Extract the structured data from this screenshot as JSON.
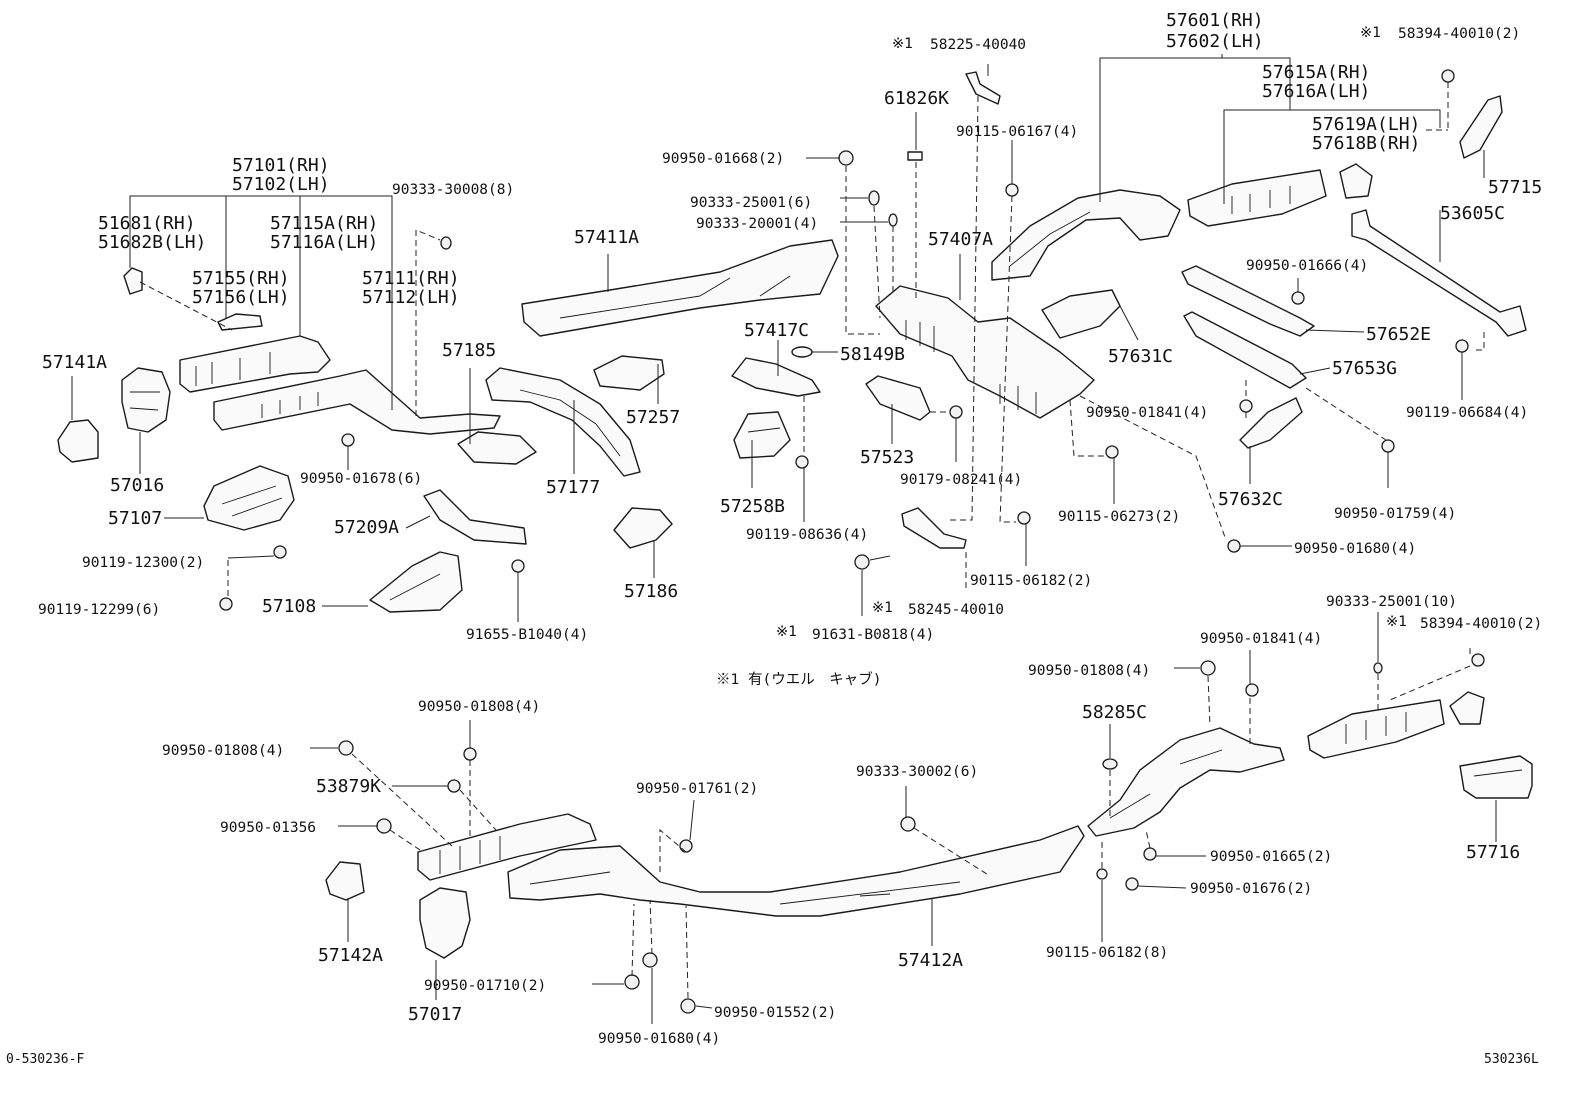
{
  "labels": {
    "p57601": "57601(RH)",
    "p57602": "57602(LH)",
    "m58394_top": "※1",
    "p58394_top": "58394-40010(2)",
    "m58225": "※1",
    "p58225": "58225-40040",
    "p61826K": "61826K",
    "p57615A": "57615A(RH)",
    "p57616A": "57616A(LH)",
    "p90115_06167": "90115-06167(4)",
    "p57619A": "57619A(LH)",
    "p57618B": "57618B(RH)",
    "p90950_01668": "90950-01668(2)",
    "p57715": "57715",
    "p57101": "57101(RH)",
    "p57102": "57102(LH)",
    "p90333_30008": "90333-30008(8)",
    "p90333_25001_6": "90333-25001(6)",
    "p90333_20001": "90333-20001(4)",
    "p53605C": "53605C",
    "p51681": "51681(RH)",
    "p51682B": "51682B(LH)",
    "p57115A": "57115A(RH)",
    "p57116A": "57116A(LH)",
    "p57411A": "57411A",
    "p57407A": "57407A",
    "p90950_01666": "90950-01666(4)",
    "p57155": "57155(RH)",
    "p57156": "57156(LH)",
    "p57111": "57111(RH)",
    "p57112": "57112(LH)",
    "p57417C": "57417C",
    "p57141A": "57141A",
    "p57185": "57185",
    "p58149B": "58149B",
    "p57631C": "57631C",
    "p57652E": "57652E",
    "p57653G": "57653G",
    "p90119_06684": "90119-06684(4)",
    "p57257": "57257",
    "p90950_01841_top": "90950-01841(4)",
    "p57523": "57523",
    "p57016": "57016",
    "p90950_01678": "90950-01678(6)",
    "p57177": "57177",
    "p90179_08241": "90179-08241(4)",
    "p57632C": "57632C",
    "p57107": "57107",
    "p57258B": "57258B",
    "p90115_06273": "90115-06273(2)",
    "p90950_01759": "90950-01759(4)",
    "p57209A": "57209A",
    "p90119_08636": "90119-08636(4)",
    "p90950_01680_top": "90950-01680(4)",
    "p90119_12300": "90119-12300(2)",
    "p90115_06182_2": "90115-06182(2)",
    "p57186": "57186",
    "p90119_12299": "90119-12299(6)",
    "p57108": "57108",
    "m58245": "※1",
    "p58245": "58245-40010",
    "p90333_25001_10": "90333-25001(10)",
    "p91655": "91655-B1040(4)",
    "m91631": "※1",
    "p91631": "91631-B0818(4)",
    "m58394_bot": "※1",
    "p58394_bot": "58394-40010(2)",
    "p90950_01841_bot": "90950-01841(4)",
    "p90950_01808_right": "90950-01808(4)",
    "note": "※1 有(ウエル　キャブ)",
    "p90950_01808_top": "90950-01808(4)",
    "p58285C": "58285C",
    "p90950_01808_left": "90950-01808(4)",
    "p53879K": "53879K",
    "p90950_01761": "90950-01761(2)",
    "p90333_30002": "90333-30002(6)",
    "p90950_01356": "90950-01356",
    "p90950_01665": "90950-01665(2)",
    "p57716": "57716",
    "p90950_01676": "90950-01676(2)",
    "p57142A": "57142A",
    "p57412A": "57412A",
    "p90115_06182_8": "90115-06182(8)",
    "p90950_01710": "90950-01710(2)",
    "p57017": "57017",
    "p90950_01552": "90950-01552(2)",
    "p90950_01680_bot": "90950-01680(4)",
    "footer_left": "0-530236-F",
    "footer_right": "530236L"
  }
}
